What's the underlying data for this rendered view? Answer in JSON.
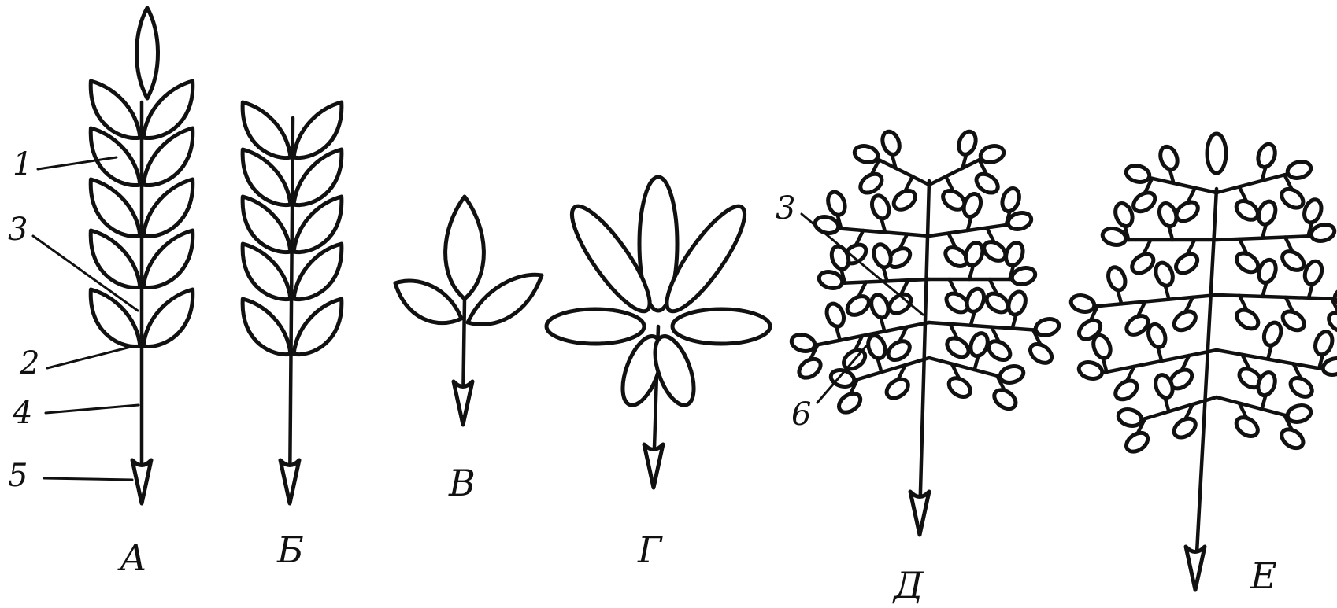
{
  "colors": {
    "ink": "#111111",
    "background": "#ffffff"
  },
  "panels": [
    {
      "id": "A",
      "label": "А"
    },
    {
      "id": "B",
      "label": "Б"
    },
    {
      "id": "V",
      "label": "В"
    },
    {
      "id": "G",
      "label": "Г"
    },
    {
      "id": "D",
      "label": "Д"
    },
    {
      "id": "E",
      "label": "Е"
    }
  ],
  "part_labels": {
    "A": [
      "1",
      "3",
      "2",
      "4",
      "5"
    ],
    "D": [
      "3",
      "6"
    ]
  }
}
